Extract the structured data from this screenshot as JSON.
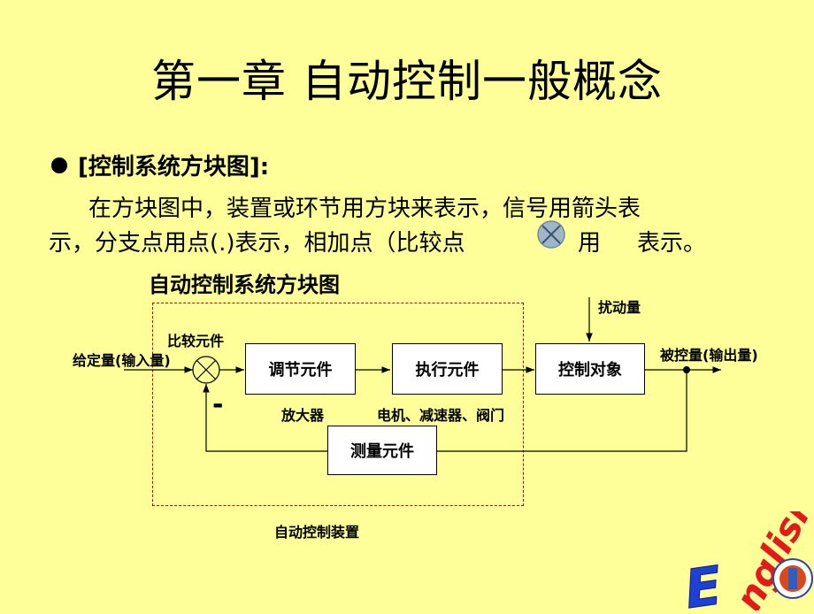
{
  "title": "第一章   自动控制一般概念",
  "bullet": {
    "heading": "[控制系统方块图]:",
    "line1": "在方块图中，装置或环节用方块来表示，信号用箭头表",
    "line2": "示，分支点用点(.)表示，相加点（比较点",
    "line2_mid": "用",
    "line2_end": "表示。"
  },
  "diagram": {
    "title": "自动控制系统方块图",
    "blocks": {
      "regulator": "调节元件",
      "actuator": "执行元件",
      "plant": "控制对象",
      "sensor": "测量元件"
    },
    "labels": {
      "comparator": "比较元件",
      "input": "给定量(输入量)",
      "disturbance": "扰动量",
      "output": "被控量(输出量)",
      "amplifier": "放大器",
      "actuator_examples": "电机、减速器、阀门",
      "minus": "-",
      "device": "自动控制装置"
    }
  },
  "logo": {
    "text": "English"
  }
}
